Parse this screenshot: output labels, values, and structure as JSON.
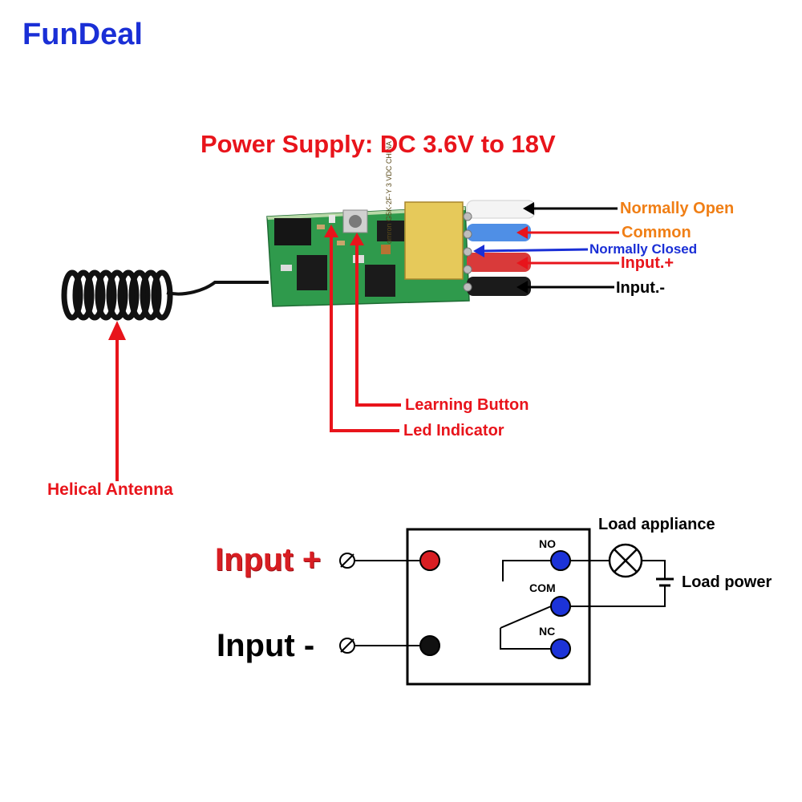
{
  "brand": "FunDeal",
  "title": "Power Supply: DC 3.6V to 18V",
  "module_labels": {
    "normally_open": "Normally Open",
    "common": "Common",
    "normally_closed": "Normally Closed",
    "input_plus": "Input.+",
    "input_minus": "Input.-",
    "learning_button": "Learning Button",
    "led_indicator": "Led Indicator",
    "helical_antenna": "Helical Antenna"
  },
  "relay_markings": {
    "brand": "omron",
    "model": "G5K-2F-Y",
    "voltage": "3 VDC",
    "origin": "CHINA"
  },
  "wiring": {
    "input_plus": "Input +",
    "input_minus": "Input -",
    "pin_no": "NO",
    "pin_com": "COM",
    "pin_nc": "NC",
    "load_appliance": "Load appliance",
    "load_power": "Load power"
  },
  "colors": {
    "brand": "#1a2fd6",
    "title": "#e8141b",
    "label_orange": "#f07f16",
    "label_blue": "#1a2fd6",
    "label_red": "#e8141b",
    "pcb_green": "#2f9a4c",
    "wire_white": "#f4f4f4",
    "wire_blue": "#4f8fe6",
    "wire_red": "#d93a3a",
    "wire_black": "#1b1b1b",
    "terminal_red": "#d81e23",
    "terminal_blue": "#1c33d8"
  }
}
